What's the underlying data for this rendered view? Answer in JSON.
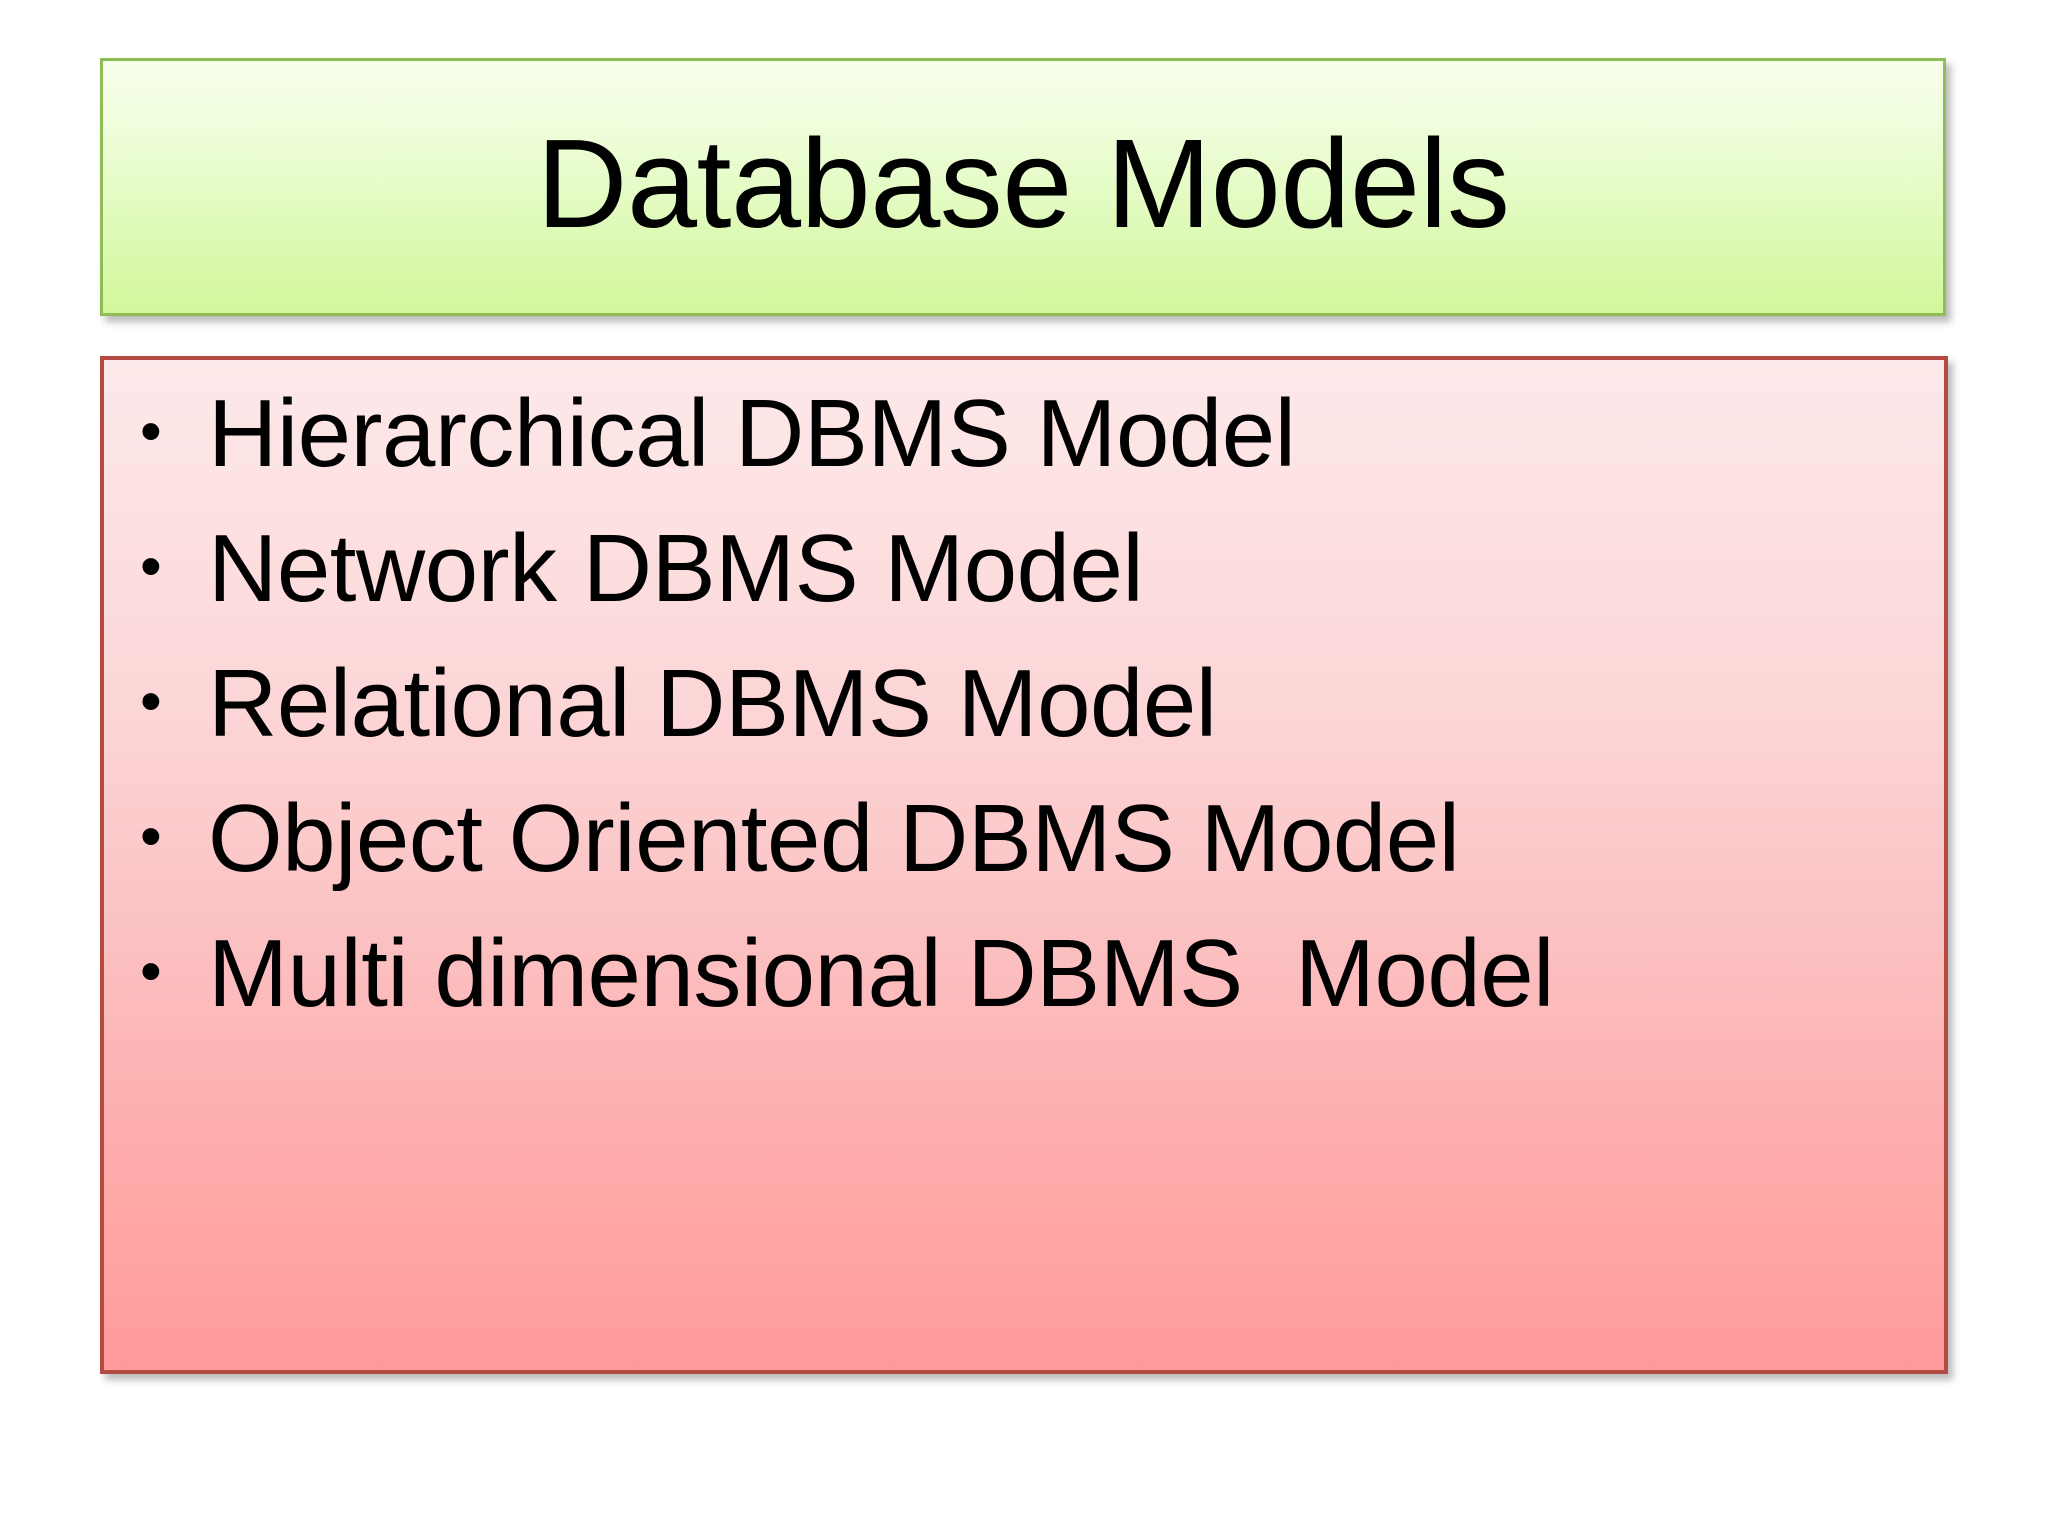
{
  "slide": {
    "title": "Database Models",
    "bullet_glyph": "•",
    "colors": {
      "title_border": "#8FBC55",
      "title_bg_top": "#F7FFEB",
      "title_bg_bottom": "#D2F79B",
      "content_border": "#B44A44",
      "content_bg_top": "#FDE8E9",
      "content_bg_bottom": "#FF9A9B",
      "text": "#000000",
      "page_bg": "#FFFFFF"
    },
    "bullets": [
      {
        "label": "Hierarchical DBMS Model"
      },
      {
        "label": "Network DBMS Model"
      },
      {
        "label": "Relational DBMS Model"
      },
      {
        "label": "Object Oriented DBMS Model"
      },
      {
        "label": "Multi dimensional DBMS  Model"
      }
    ]
  }
}
